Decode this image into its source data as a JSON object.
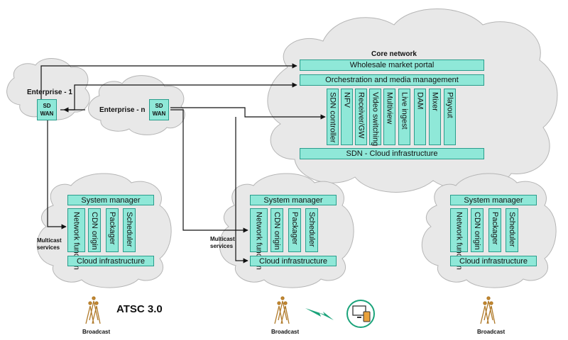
{
  "core_network": {
    "title": "Core network",
    "wholesale": "Wholesale market portal",
    "orchestration": "Orchestration and media management",
    "functions": [
      "SDN controller",
      "NFV",
      "Receiver/GW",
      "Video switching",
      "Multiview",
      "Live ingest",
      "DAM",
      "Mixer",
      "Playout"
    ],
    "infrastructure": "SDN - Cloud infrastructure"
  },
  "enterprises": [
    {
      "name": "Enterprise - 1",
      "sd_line1": "SD",
      "sd_line2": "WAN"
    },
    {
      "name": "Enterprise - n",
      "sd_line1": "SD",
      "sd_line2": "WAN"
    }
  ],
  "edge_clouds": [
    {
      "system_manager": "System manager",
      "functions": [
        "Network function",
        "CDN origin",
        "Packager",
        "Scheduler"
      ],
      "infrastructure": "Cloud infrastructure"
    },
    {
      "system_manager": "System manager",
      "functions": [
        "Network function",
        "CDN origin",
        "Packager",
        "Scheduler"
      ],
      "infrastructure": "Cloud infrastructure"
    },
    {
      "system_manager": "System manager",
      "functions": [
        "Network function",
        "CDN origin",
        "Packager",
        "Scheduler"
      ],
      "infrastructure": "Cloud infrastructure"
    }
  ],
  "multicast_label": {
    "line1": "Multicast",
    "line2": "services"
  },
  "atsc_label": "ATSC 3.0",
  "broadcast_label": "Broadcast",
  "colors": {
    "box_fill": "#8fe8d8",
    "box_border": "#2a9d8c",
    "cloud": "#e8e8e8",
    "signal": "#1aa37a"
  },
  "icons": [
    "broadcast-tower-icon",
    "wireless-signal-icon",
    "devices-icon"
  ]
}
